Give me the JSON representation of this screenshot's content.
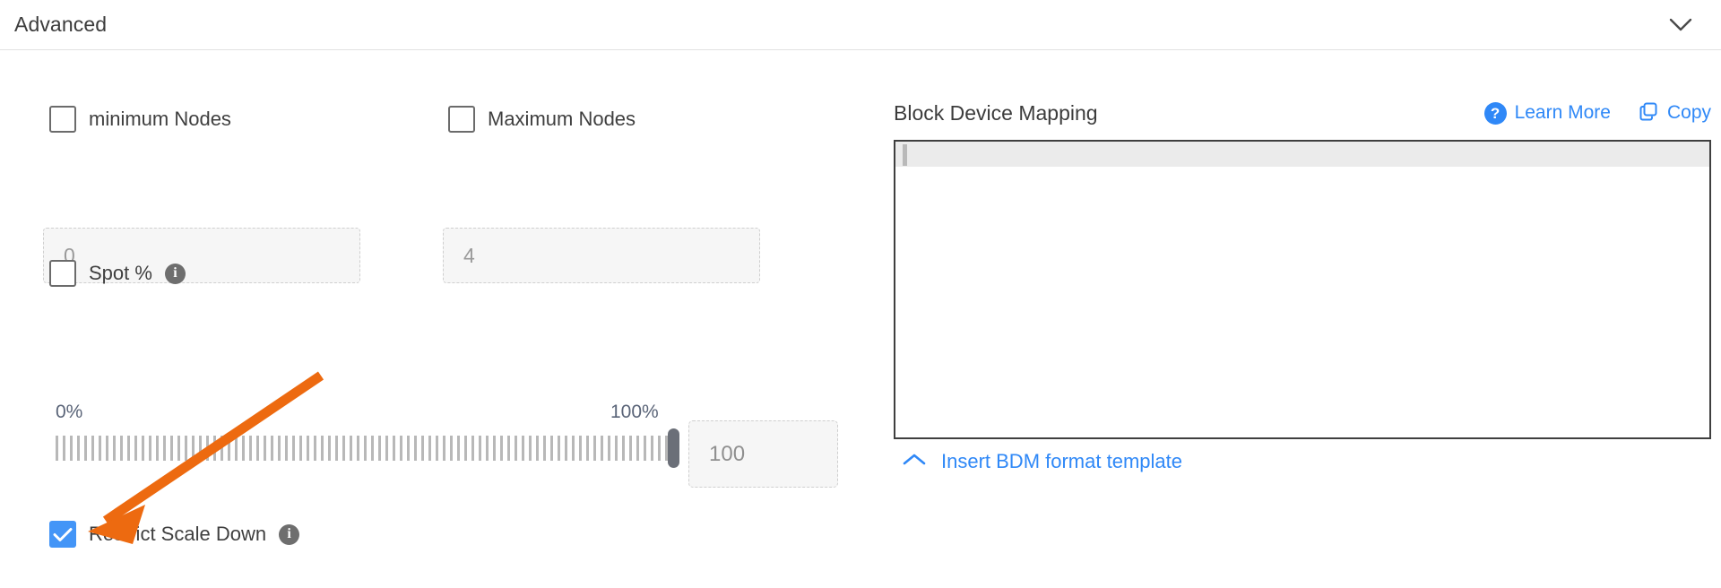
{
  "header": {
    "title": "Advanced",
    "collapse_icon": "chevron-down-icon"
  },
  "left": {
    "min_nodes": {
      "label": "minimum Nodes",
      "checked": false,
      "input_placeholder": "0",
      "input_value": ""
    },
    "max_nodes": {
      "label": "Maximum Nodes",
      "checked": false,
      "input_placeholder": "4",
      "input_value": ""
    },
    "spot": {
      "label": "Spot %",
      "checked": false,
      "info_icon": "info-icon",
      "info_glyph": "i"
    },
    "slider": {
      "min_label": "0%",
      "max_label": "100%",
      "value": 100,
      "value_input_placeholder": "100",
      "value_input_value": ""
    },
    "restrict_scale_down": {
      "label": "Restrict Scale Down",
      "checked": true,
      "info_icon": "info-icon",
      "info_glyph": "i"
    }
  },
  "right": {
    "title": "Block Device Mapping",
    "learn_more": {
      "label": "Learn More",
      "icon": "question-circle-icon",
      "glyph": "?"
    },
    "copy": {
      "label": "Copy",
      "icon": "copy-icon"
    },
    "textarea_value": "",
    "insert_template": {
      "label": "Insert BDM format template",
      "icon": "chevron-up-icon"
    }
  },
  "annotation": {
    "type": "arrow",
    "color": "#ed6a10",
    "points_to": "restrict-scale-down-checkbox"
  },
  "colors": {
    "accent_blue": "#2f88f7",
    "checkbox_blue": "#4395f7",
    "annotation_orange": "#ed6a10",
    "text_dark": "#3c3c3c",
    "placeholder_gray": "#9a9a9a"
  }
}
